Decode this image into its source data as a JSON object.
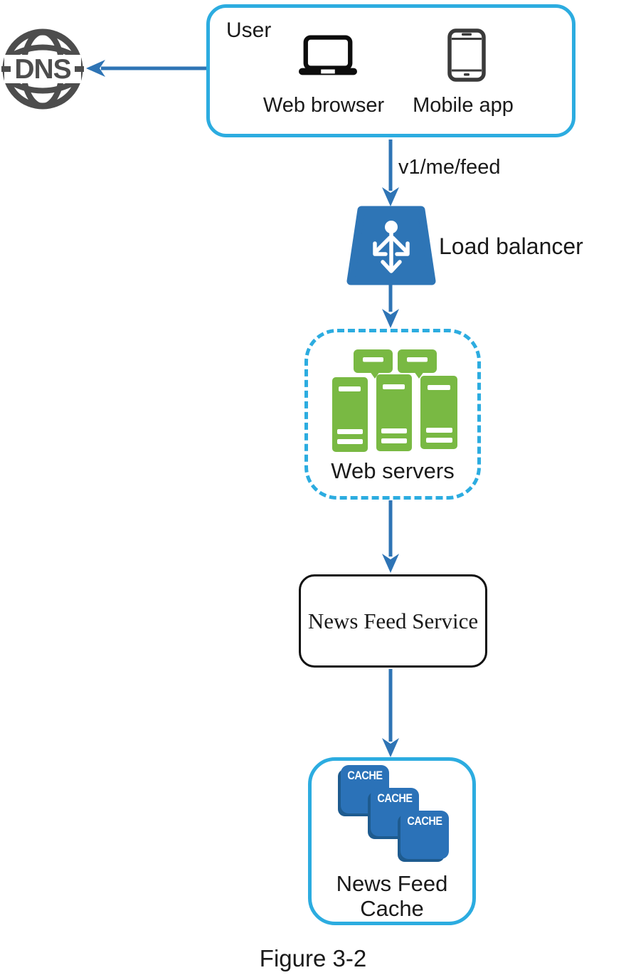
{
  "dns": {
    "label": "DNS"
  },
  "user_box": {
    "title": "User",
    "devices": [
      {
        "label": "Web browser"
      },
      {
        "label": "Mobile app"
      }
    ]
  },
  "request_label": "v1/me/feed",
  "load_balancer": {
    "label": "Load balancer"
  },
  "web_servers": {
    "label": "Web servers"
  },
  "news_feed_service": {
    "label": "News Feed Service"
  },
  "news_feed_cache": {
    "label_line1": "News Feed",
    "label_line2": "Cache",
    "badges": [
      "CACHE",
      "CACHE",
      "CACHE"
    ]
  },
  "figure": {
    "caption": "Figure 3-2"
  },
  "colors": {
    "accent_blue": "#2cace0",
    "arrow_blue": "#2e74b5",
    "load_balancer_blue": "#2e75b6",
    "server_green": "#79b943",
    "cache_blue": "#2b72b8",
    "cache_bevel_blue": "#1e5b8f",
    "dns_gray": "#4d4d4d",
    "text_black": "#1a1a1a"
  }
}
